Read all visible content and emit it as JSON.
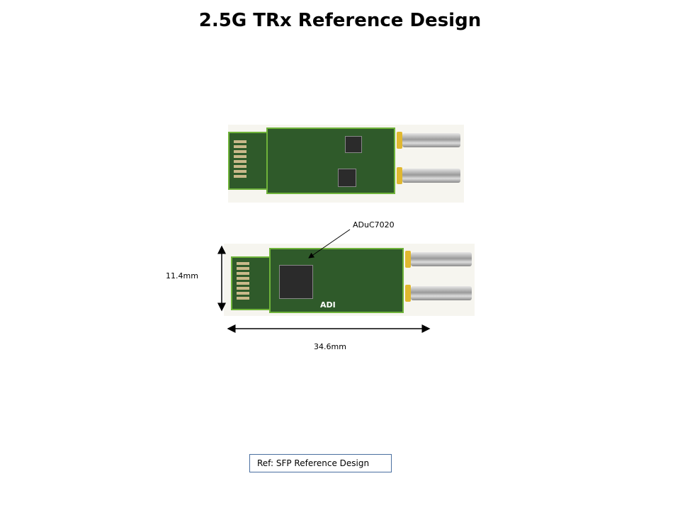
{
  "slide": {
    "title": "2.5G TRx Reference Design",
    "chip_label": "ADuC7020",
    "height_dimension": "11.4mm",
    "width_dimension": "34.6mm",
    "reference": "Ref:  SFP Reference Design",
    "board_logo": "ADI"
  }
}
